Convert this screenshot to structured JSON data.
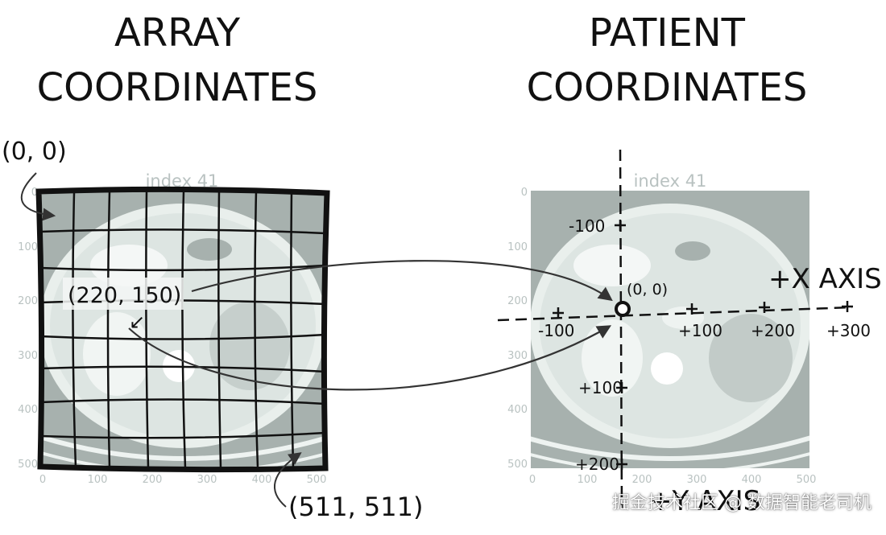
{
  "left_panel": {
    "title_line1": "ARRAY",
    "title_line2": "COORDINATES",
    "image_title": "index 41",
    "x_ticks": [
      "0",
      "100",
      "200",
      "300",
      "400",
      "500"
    ],
    "y_ticks": [
      "0",
      "100",
      "200",
      "300",
      "400",
      "500"
    ],
    "origin_label": "(0, 0)",
    "point_label": "(220, 150)",
    "corner_label": "(511, 511)"
  },
  "right_panel": {
    "title_line1": "PATIENT",
    "title_line2": "COORDINATES",
    "image_title": "index 41",
    "x_ticks": [
      "0",
      "100",
      "200",
      "300",
      "400",
      "500"
    ],
    "y_ticks": [
      "0",
      "100",
      "200",
      "300",
      "400",
      "500"
    ],
    "origin_label": "(0, 0)",
    "x_axis_label": "+X AXIS",
    "y_axis_label": "+Y AXIS",
    "x_axis_marks": [
      "-100",
      "+100",
      "+200",
      "+300"
    ],
    "y_axis_marks": [
      "-100",
      "+100",
      "+200"
    ]
  },
  "watermark": "掘金技术社区 @ 数据智能老司机",
  "colors": {
    "ct_background": "#a7b1ae",
    "tick_text": "#b9c2c1",
    "ink": "#111111"
  }
}
